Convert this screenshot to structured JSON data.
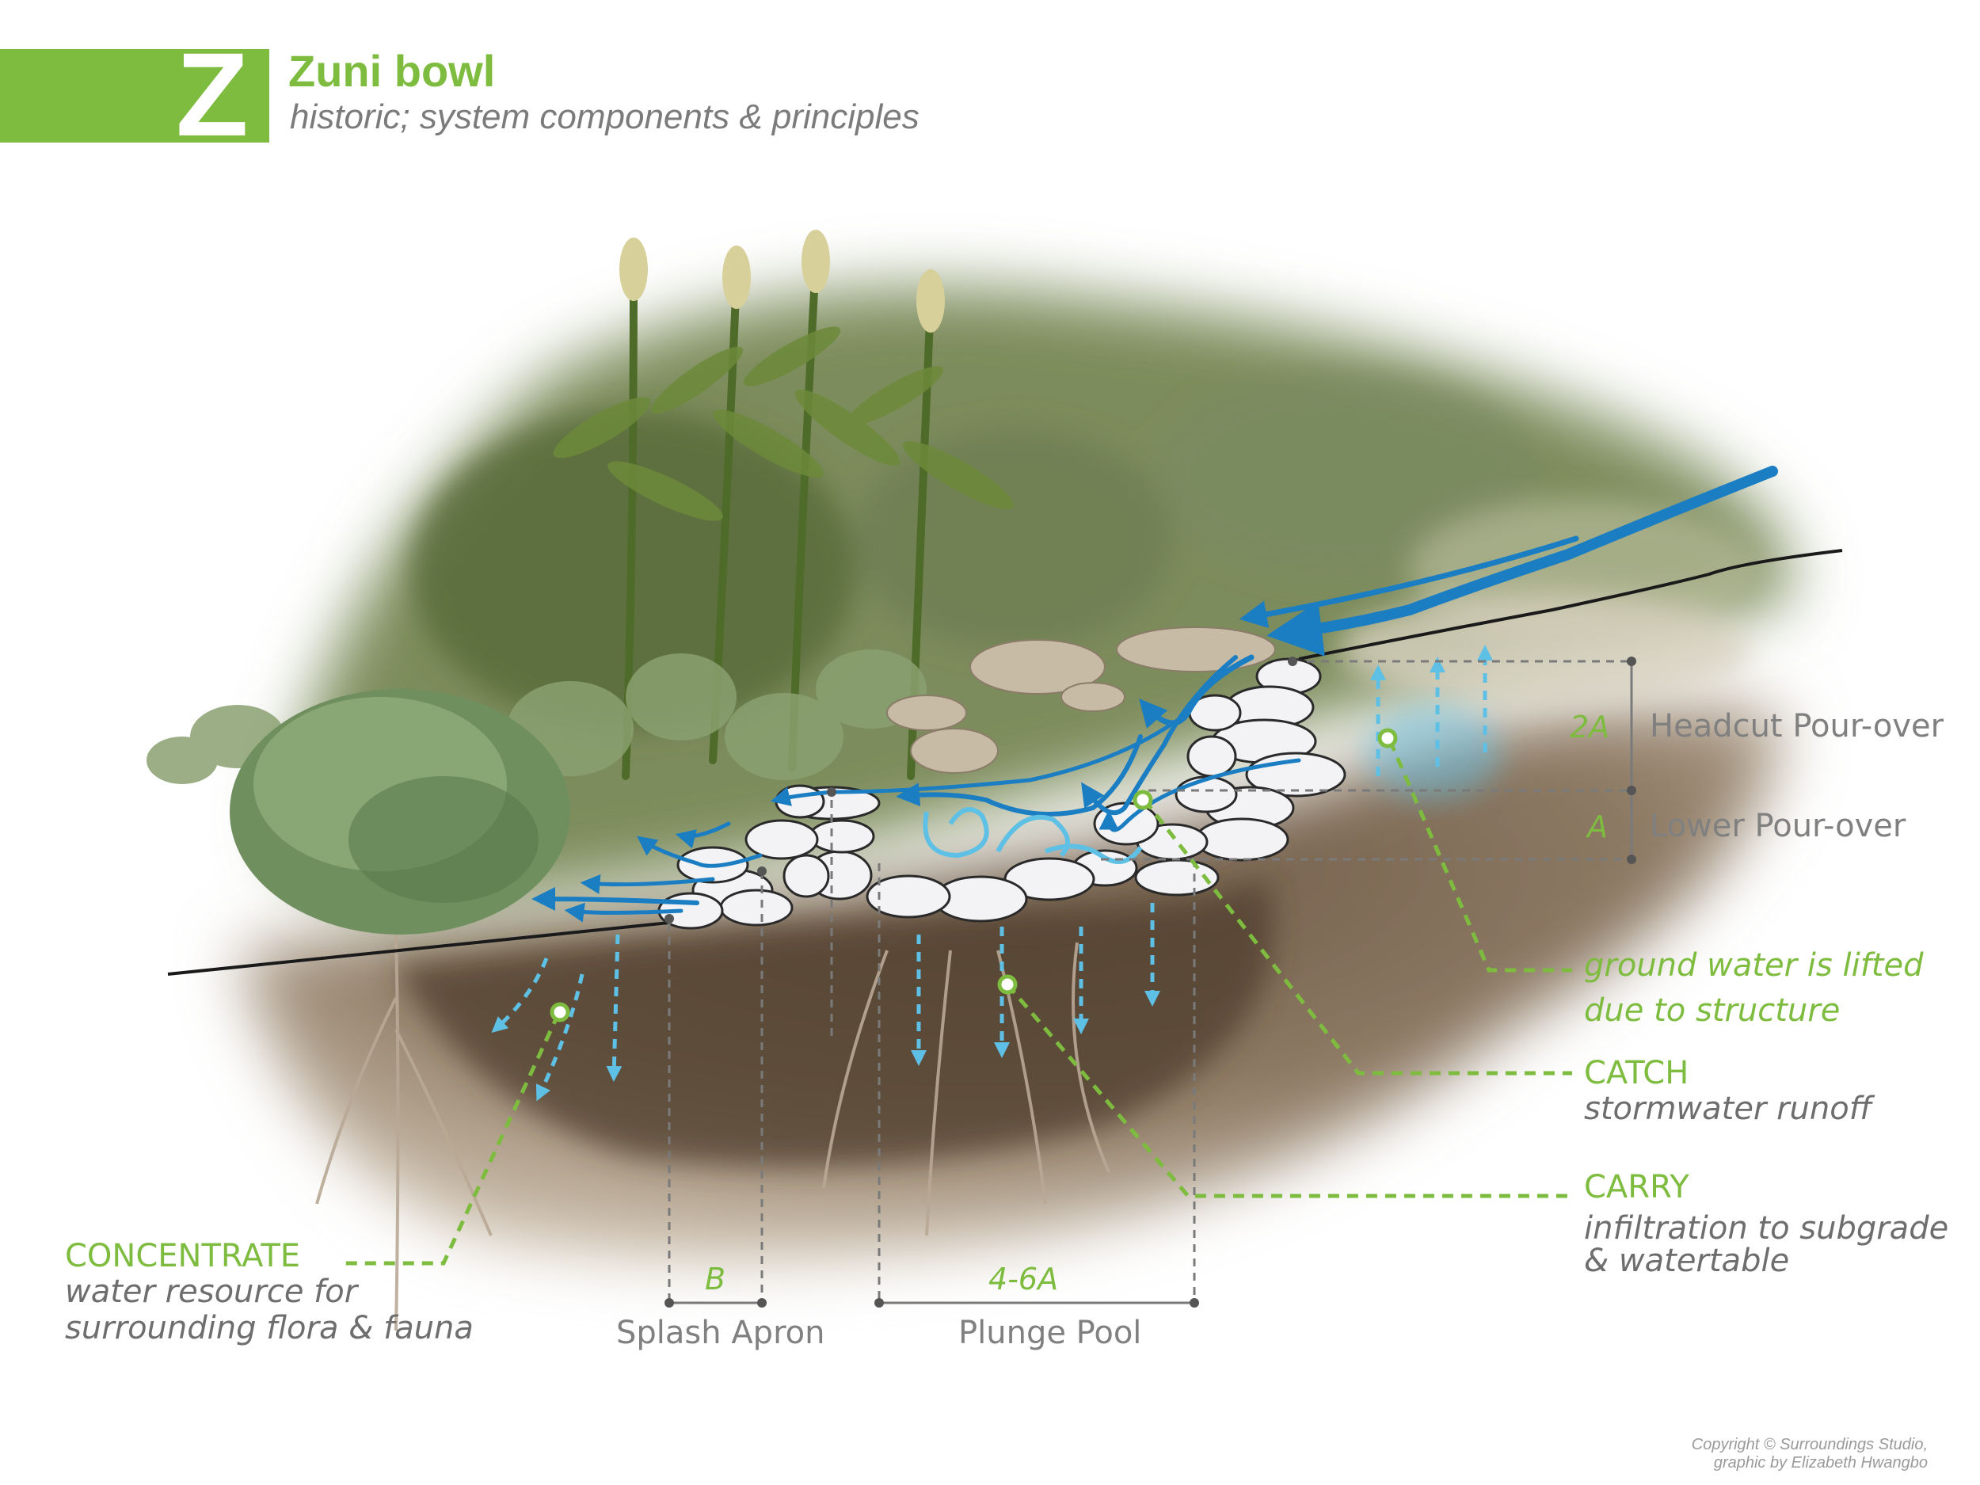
{
  "header": {
    "letter": "Z",
    "title": "Zuni bowl",
    "subtitle": "historic; system components & principles"
  },
  "dimensions": {
    "headcut_value": "2A",
    "headcut_label": "Headcut Pour-over",
    "lower_value": "A",
    "lower_label": "Lower Pour-over",
    "apron_value": "B",
    "apron_label": "Splash Apron",
    "pool_value": "4-6A",
    "pool_label": "Plunge Pool"
  },
  "callouts": {
    "groundwater_line1": "ground water is lifted",
    "groundwater_line2": "due to structure",
    "catch_title": "CATCH",
    "catch_desc": "stormwater runoff",
    "carry_title": "CARRY",
    "carry_desc_line1": "infiltration to subgrade",
    "carry_desc_line2": "& watertable",
    "concentrate_title": "CONCENTRATE",
    "concentrate_desc_line1": "water resource for",
    "concentrate_desc_line2": "surrounding flora & fauna"
  },
  "copyright": {
    "line1": "Copyright ©  Surroundings Studio,",
    "line2": "graphic by Elizabeth Hwangbo"
  },
  "colors": {
    "accent_green": "#7ebc3f",
    "water_blue": "#1b7ec2",
    "infiltration_blue": "#5fc0e6",
    "dimension_gray": "#808080"
  }
}
